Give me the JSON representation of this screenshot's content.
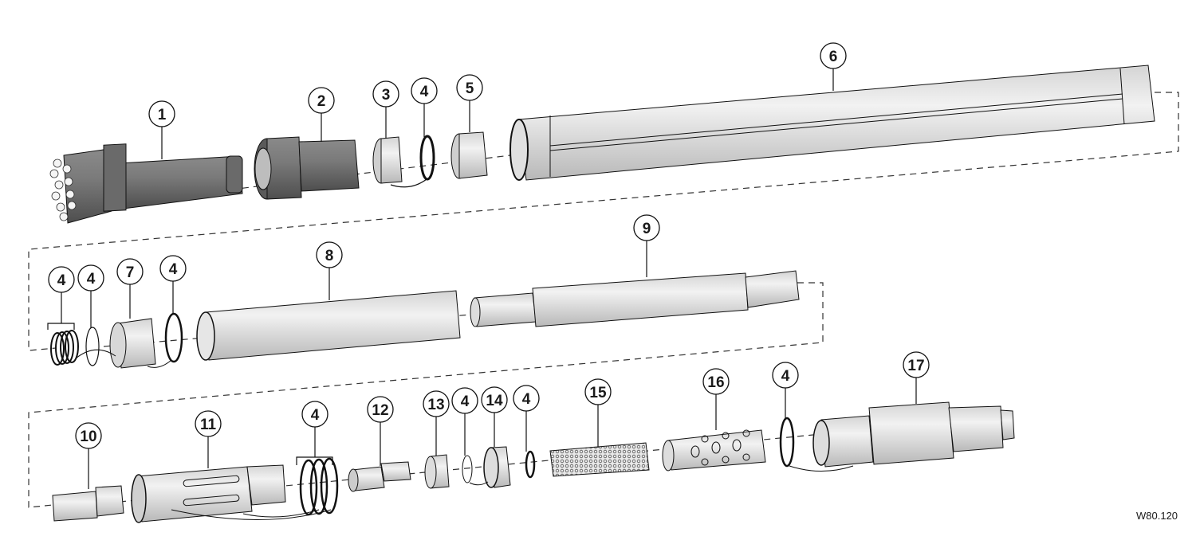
{
  "drawing": {
    "code": "W80.120",
    "colors": {
      "dark_part": "#6e6e6e",
      "light_part": "#dcdcdc",
      "outline": "#111111",
      "dash": "#333333"
    }
  },
  "callouts": [
    {
      "id": "c1",
      "label": "1"
    },
    {
      "id": "c2",
      "label": "2"
    },
    {
      "id": "c3",
      "label": "3"
    },
    {
      "id": "c4a",
      "label": "4"
    },
    {
      "id": "c5",
      "label": "5"
    },
    {
      "id": "c6",
      "label": "6"
    },
    {
      "id": "c4b",
      "label": "4"
    },
    {
      "id": "c4c",
      "label": "4"
    },
    {
      "id": "c7",
      "label": "7"
    },
    {
      "id": "c4d",
      "label": "4"
    },
    {
      "id": "c8",
      "label": "8"
    },
    {
      "id": "c9",
      "label": "9"
    },
    {
      "id": "c10",
      "label": "10"
    },
    {
      "id": "c11",
      "label": "11"
    },
    {
      "id": "c4e",
      "label": "4"
    },
    {
      "id": "c12",
      "label": "12"
    },
    {
      "id": "c13",
      "label": "13"
    },
    {
      "id": "c4f",
      "label": "4"
    },
    {
      "id": "c14",
      "label": "14"
    },
    {
      "id": "c4g",
      "label": "4"
    },
    {
      "id": "c15",
      "label": "15"
    },
    {
      "id": "c16",
      "label": "16"
    },
    {
      "id": "c4h",
      "label": "4"
    },
    {
      "id": "c17",
      "label": "17"
    }
  ]
}
